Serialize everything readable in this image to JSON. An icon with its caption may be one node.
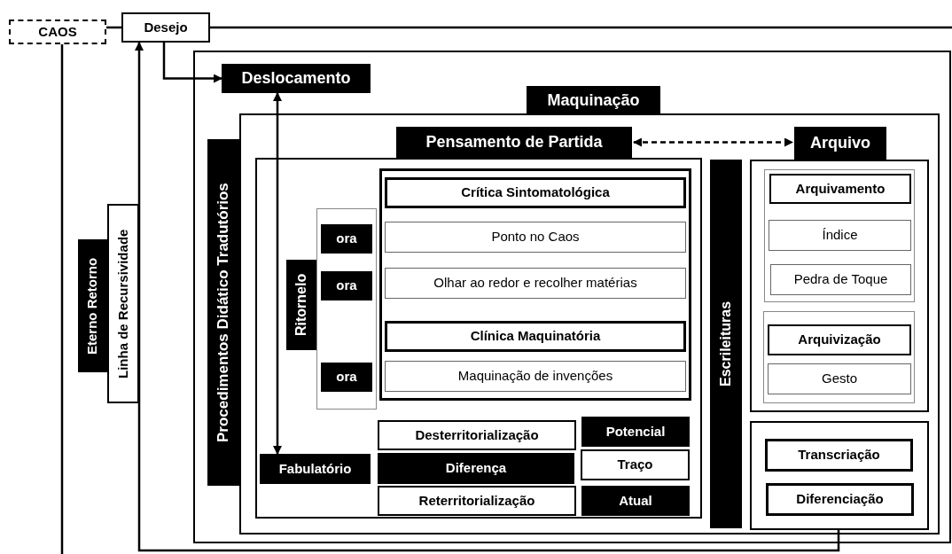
{
  "diagram": {
    "nodes": [
      {
        "text": [
          "CAOS"
        ]
      },
      {
        "text": [
          "Desejo"
        ]
      },
      {
        "text": [
          "Eterno Retorno"
        ]
      },
      {
        "text": [
          "Linha de Recursividade"
        ]
      },
      {
        "text": [],
        "shape": "box"
      },
      {
        "text": [
          "Deslocamento"
        ],
        "in": 4
      },
      {
        "text": [
          "Procedimentos Didático Tradutórios"
        ],
        "in": 4
      },
      {
        "text": [
          "Maquinação"
        ],
        "in": 4
      },
      {
        "text": [],
        "shape": "box",
        "in": 4
      },
      {
        "text": [
          "Pensamento de Partida"
        ],
        "in": 8
      },
      {
        "text": [],
        "shape": "box",
        "in": 8
      },
      {
        "text": [
          "Ritornelo"
        ],
        "in": 10
      },
      {
        "text": [],
        "shape": "box",
        "in": 10
      },
      {
        "text": [
          "ora"
        ],
        "in": 12
      },
      {
        "text": [
          "ora"
        ],
        "in": 12
      },
      {
        "text": [
          "ora"
        ],
        "in": 12
      },
      {
        "text": [],
        "shape": "box",
        "in": 10
      },
      {
        "text": [
          "Crítica Sintomatológica"
        ],
        "in": 16
      },
      {
        "text": [
          "Ponto no Caos"
        ],
        "in": 16
      },
      {
        "text": [
          "Olhar ao redor e recolher matérias"
        ],
        "in": 16
      },
      {
        "text": [
          "Clínica Maquinatória"
        ],
        "in": 16
      },
      {
        "text": [
          "Maquinação de invenções"
        ],
        "in": 16
      },
      {
        "text": [
          "Fabulatório"
        ],
        "in": 10
      },
      {
        "text": [
          "Desterritorialização"
        ],
        "in": 10
      },
      {
        "text": [
          "Potencial"
        ],
        "in": 10
      },
      {
        "text": [
          "Diferença"
        ],
        "in": 10
      },
      {
        "text": [
          "Traço"
        ],
        "in": 10
      },
      {
        "text": [
          "Reterritorialização"
        ],
        "in": 10
      },
      {
        "text": [
          "Atual"
        ],
        "in": 10
      },
      {
        "text": [
          "Escrileituras"
        ],
        "in": 8
      },
      {
        "text": [
          "Arquivo"
        ],
        "in": 8
      },
      {
        "text": [],
        "shape": "box",
        "in": 8
      },
      {
        "text": [],
        "shape": "box",
        "in": 31
      },
      {
        "text": [
          "Arquivamento"
        ],
        "in": 32
      },
      {
        "text": [
          "Índice"
        ],
        "in": 32
      },
      {
        "text": [
          "Pedra de Toque"
        ],
        "in": 32
      },
      {
        "text": [],
        "shape": "box",
        "in": 31
      },
      {
        "text": [
          "Arquivização"
        ],
        "in": 36
      },
      {
        "text": [
          "Gesto"
        ],
        "in": 36
      },
      {
        "text": [],
        "shape": "box",
        "in": 8
      },
      {
        "text": [
          "Transcriação"
        ],
        "in": 39
      },
      {
        "text": [
          "Diferenciação"
        ],
        "in": 39
      }
    ],
    "edges": [
      {
        "from": 0,
        "to": 1,
        "arrow": "none"
      },
      {
        "from": 1,
        "to": null,
        "arrow": "none"
      },
      {
        "from": 0,
        "to": null,
        "arrow": "none"
      },
      {
        "from": 1,
        "to": 5,
        "arrow": "to"
      },
      {
        "from": 22,
        "to": 5,
        "arrow": "both"
      },
      {
        "from": 9,
        "to": 30,
        "arrow": "both",
        "style": "dashed"
      },
      {
        "from": 39,
        "to": 1,
        "arrow": "to"
      }
    ]
  }
}
